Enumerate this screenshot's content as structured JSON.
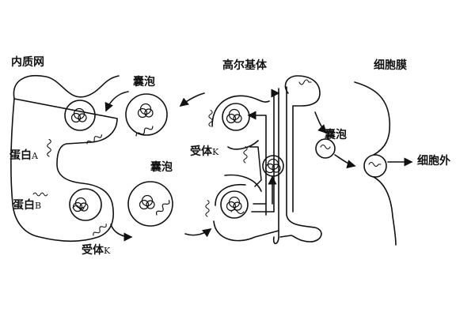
{
  "labels": {
    "er": "内质网",
    "golgi": "高尔基体",
    "membrane": "细胞膜",
    "vesicle_top": "囊泡",
    "vesicle_mid": "囊泡",
    "vesicle_right": "囊泡",
    "protein_a": "蛋白",
    "protein_a_suffix": "A",
    "protein_b": "蛋白",
    "protein_b_suffix": "B",
    "receptor_bottom": "受体",
    "receptor_bottom_suffix": "K",
    "receptor_golgi": "受体",
    "receptor_golgi_suffix": "K",
    "outside": "细胞外"
  },
  "colors": {
    "line": "#111111",
    "suffix": "#333333"
  }
}
